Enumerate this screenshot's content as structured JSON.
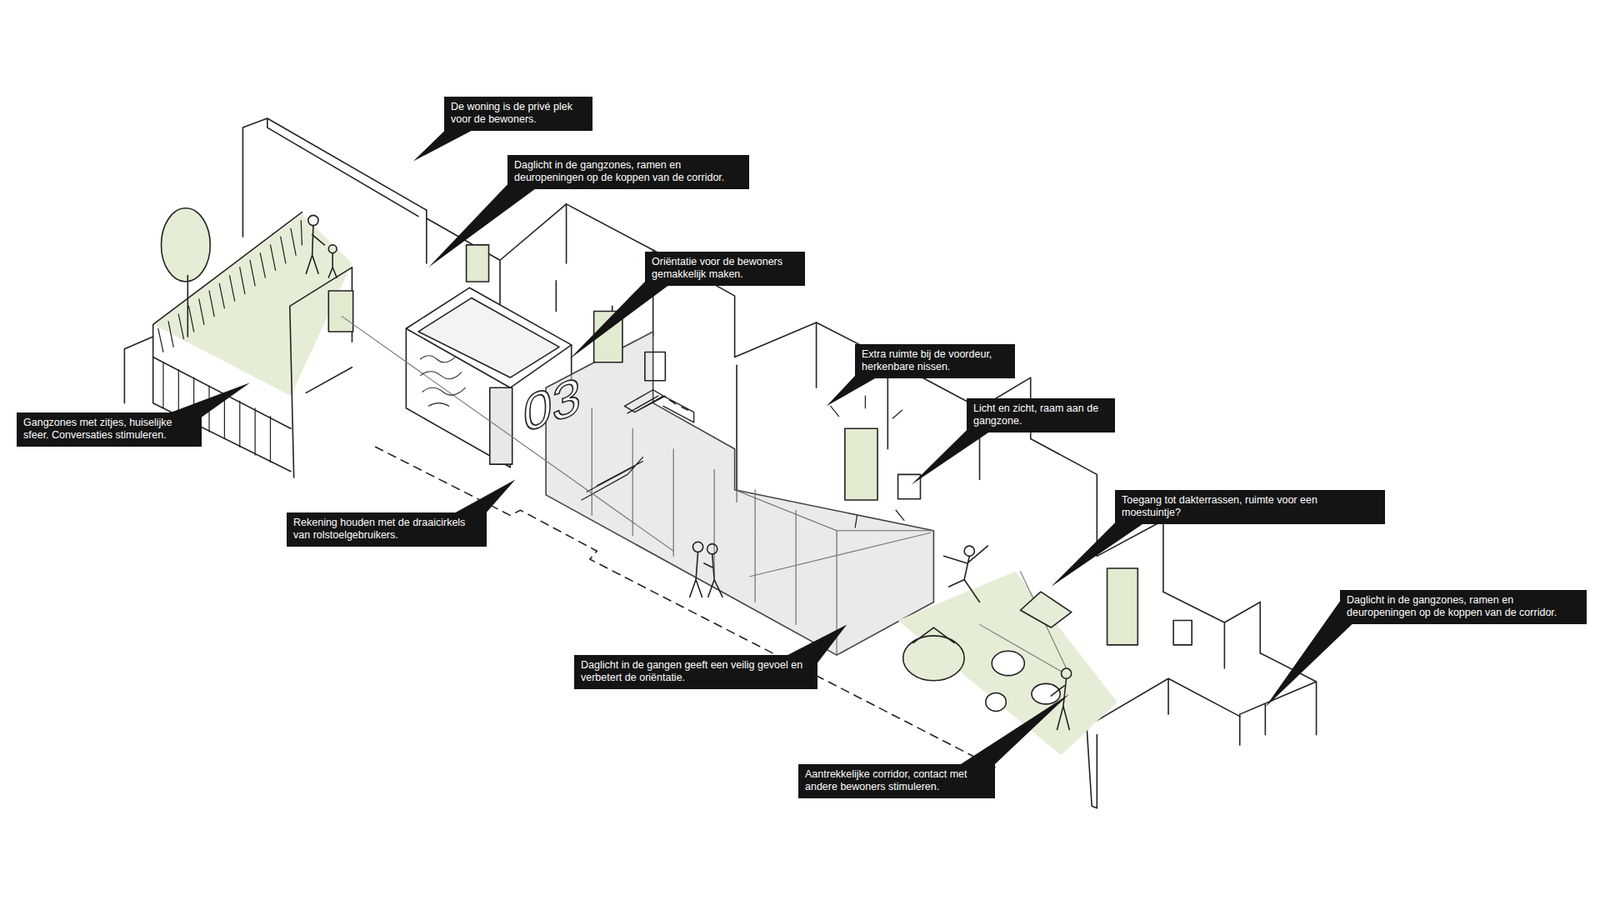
{
  "diagram": {
    "nodes": [
      {
        "text": [
          "De woning is de privé plek voor de bewoners."
        ]
      },
      {
        "text": [
          "Daglicht in de gangzones, ramen en deuropeningen op de koppen van de corridor."
        ]
      },
      {
        "text": [
          "Oriëntatie voor de bewoners gemakkelijk maken."
        ]
      },
      {
        "text": [
          "Extra ruimte bij de voordeur, herkenbare nissen."
        ]
      },
      {
        "text": [
          "Licht en zicht, raam aan de gangzone."
        ]
      },
      {
        "text": [
          "Toegang tot dakterrassen, ruimte voor een moestuintje?"
        ]
      },
      {
        "text": [
          "Gangzones met zitjes, huiselijke sfeer. Conversaties stimuleren."
        ]
      },
      {
        "text": [
          "Rekening houden met de draaicirkels van rolstoelgebruikers."
        ]
      },
      {
        "text": [
          "Daglicht in de gangzones, ramen en deuropeningen op de koppen van de corridor."
        ]
      },
      {
        "text": [
          "Daglicht in de gangen geeft een veilig gevoel en verbetert de oriëntatie."
        ]
      },
      {
        "text": [
          "Aantrekkelijke corridor, contact met andere bewoners stimuleren."
        ]
      }
    ],
    "labels": [
      "03"
    ]
  }
}
